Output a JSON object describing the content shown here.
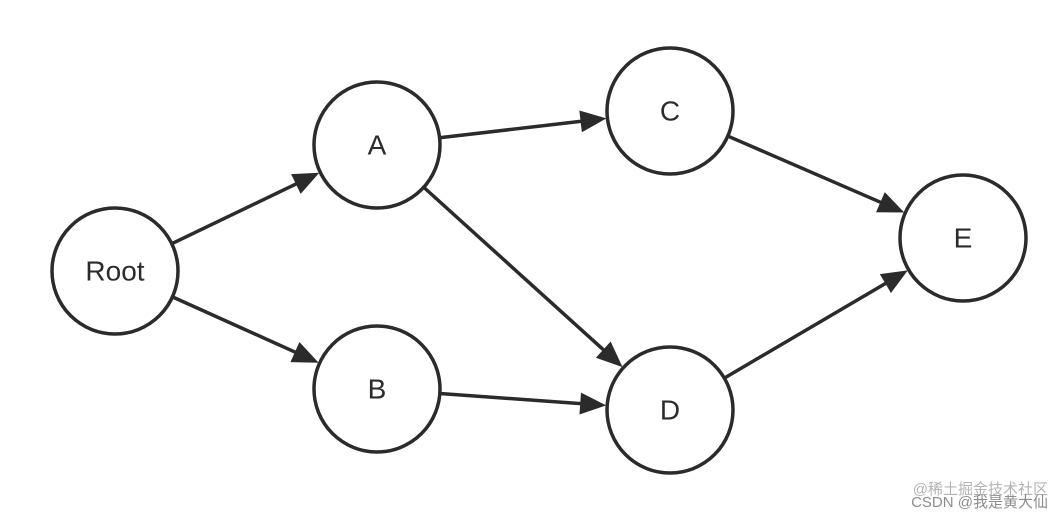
{
  "diagram": {
    "nodes": [
      {
        "id": "root",
        "label": "Root"
      },
      {
        "id": "a",
        "label": "A"
      },
      {
        "id": "b",
        "label": "B"
      },
      {
        "id": "c",
        "label": "C"
      },
      {
        "id": "d",
        "label": "D"
      },
      {
        "id": "e",
        "label": "E"
      }
    ],
    "edges": [
      {
        "from": "root",
        "to": "a"
      },
      {
        "from": "root",
        "to": "b"
      },
      {
        "from": "a",
        "to": "c"
      },
      {
        "from": "a",
        "to": "d"
      },
      {
        "from": "b",
        "to": "d"
      },
      {
        "from": "c",
        "to": "e"
      },
      {
        "from": "d",
        "to": "e"
      }
    ],
    "colors": {
      "stroke": "#2b2b2b",
      "fill": "#ffffff",
      "background": "#ffffff"
    }
  },
  "watermark": {
    "line1": "@稀土掘金技术社区",
    "line2": "CSDN @我是黄大仙"
  }
}
